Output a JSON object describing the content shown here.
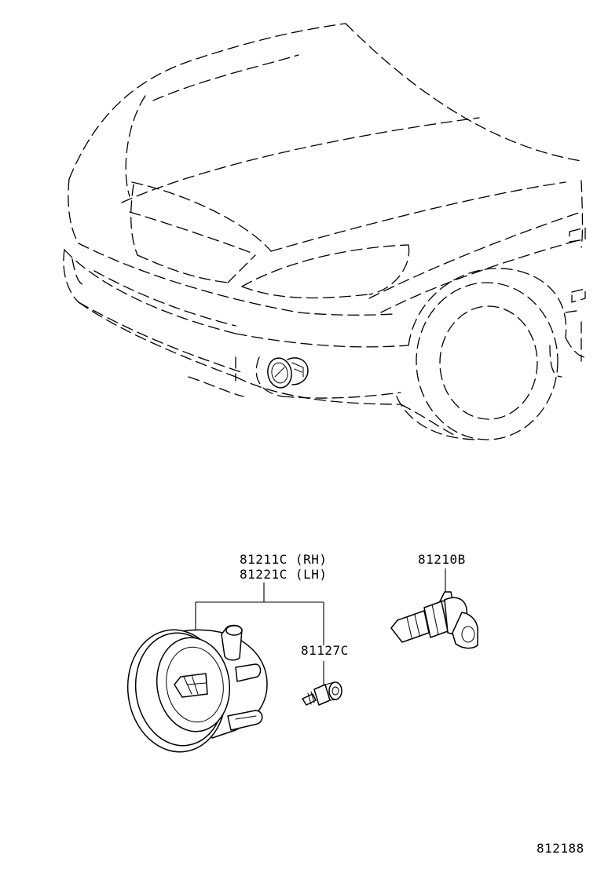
{
  "labels": {
    "fog_lamp_rh": "81211C (RH)",
    "fog_lamp_lh": "81221C (LH)",
    "bulb": "81210B",
    "screw": "81127C",
    "diagram_id": "812188"
  }
}
